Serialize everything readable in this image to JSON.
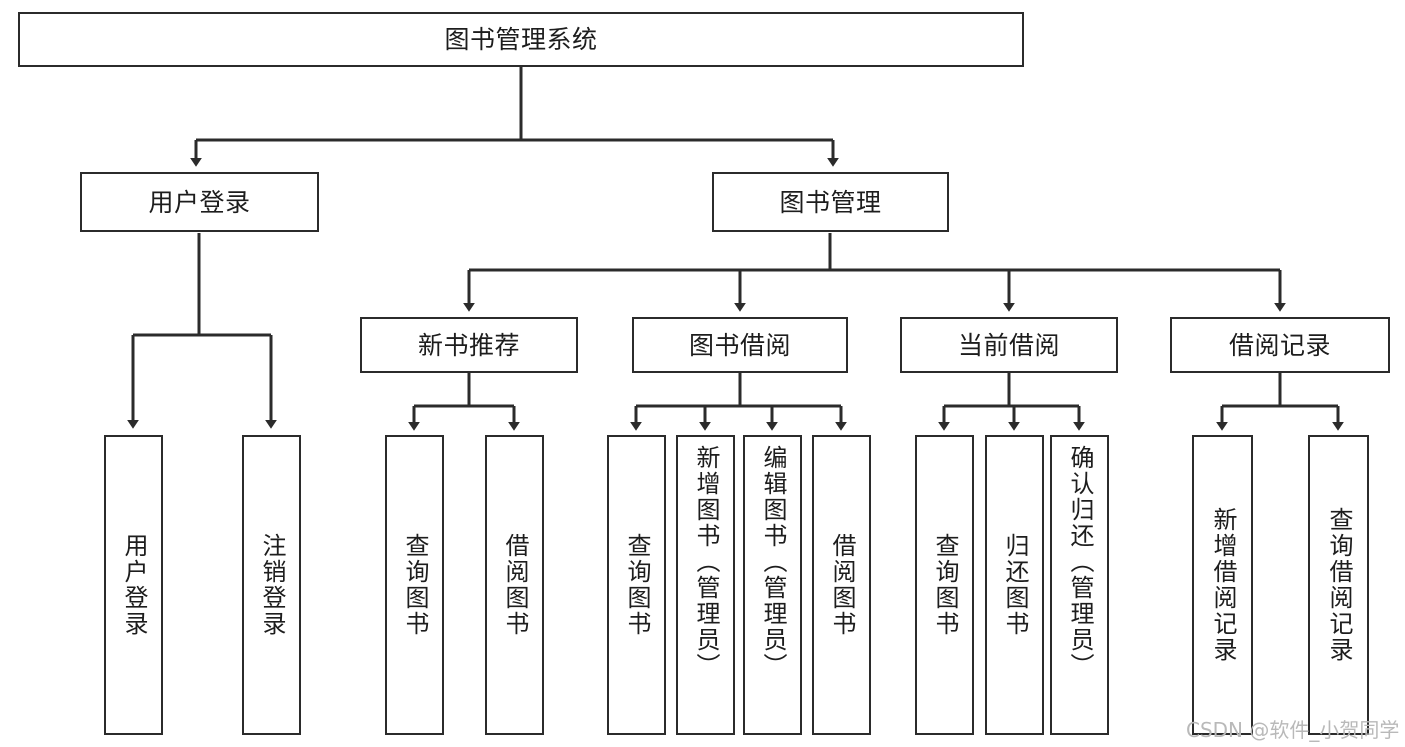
{
  "diagram": {
    "type": "tree",
    "title": "图书管理系统",
    "watermark": "CSDN @软件_小贺同学",
    "levels": {
      "root": "图书管理系统",
      "level2": [
        "用户登录",
        "图书管理"
      ],
      "level3": [
        "新书推荐",
        "图书借阅",
        "当前借阅",
        "借阅记录"
      ]
    },
    "nodes": {
      "root": {
        "label": "图书管理系统"
      },
      "user_login": {
        "label": "用户登录"
      },
      "book_manage": {
        "label": "图书管理"
      },
      "new_book_rec": {
        "label": "新书推荐"
      },
      "book_borrow": {
        "label": "图书借阅"
      },
      "current_borrow": {
        "label": "当前借阅"
      },
      "borrow_record": {
        "label": "借阅记录"
      },
      "leaf_user_login": {
        "label": "用户登录"
      },
      "leaf_logout": {
        "label": "注销登录"
      },
      "leaf_query_book_1": {
        "label": "查询图书"
      },
      "leaf_borrow_book_1": {
        "label": "借阅图书"
      },
      "leaf_query_book_2": {
        "label": "查询图书"
      },
      "leaf_add_book": {
        "label": "新增图书（管理员）"
      },
      "leaf_edit_book": {
        "label": "编辑图书（管理员）"
      },
      "leaf_borrow_book_2": {
        "label": "借阅图书"
      },
      "leaf_query_book_3": {
        "label": "查询图书"
      },
      "leaf_return_book": {
        "label": "归还图书"
      },
      "leaf_confirm_return": {
        "label": "确认归还（管理员）"
      },
      "leaf_add_record": {
        "label": "新增借阅记录"
      },
      "leaf_query_record": {
        "label": "查询借阅记录"
      }
    },
    "colors": {
      "stroke": "#2b2b2b",
      "fill": "#ffffff",
      "text": "#1d1d1d",
      "watermark": "#b9b9b9"
    }
  }
}
